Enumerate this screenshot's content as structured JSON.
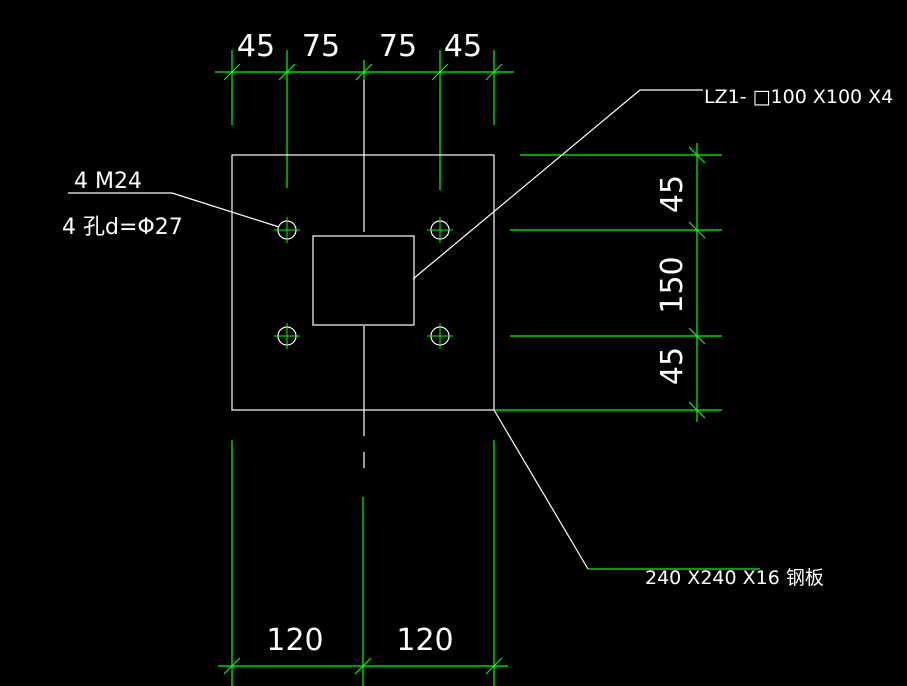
{
  "colors": {
    "background": "#000000",
    "dimension_lines": "#00ff00",
    "object_lines": "#ffffff"
  },
  "dimensions": {
    "top": [
      "45",
      "75",
      "75",
      "45"
    ],
    "bottom": [
      "120",
      "120"
    ],
    "right": [
      "45",
      "150",
      "45"
    ]
  },
  "labels": {
    "bolt_count": "4 M24",
    "hole_spec": "4 孔d=Φ27",
    "column_spec": "LZ1- □100 X100 X4",
    "plate_spec": "240 X240 X16 钢板"
  }
}
